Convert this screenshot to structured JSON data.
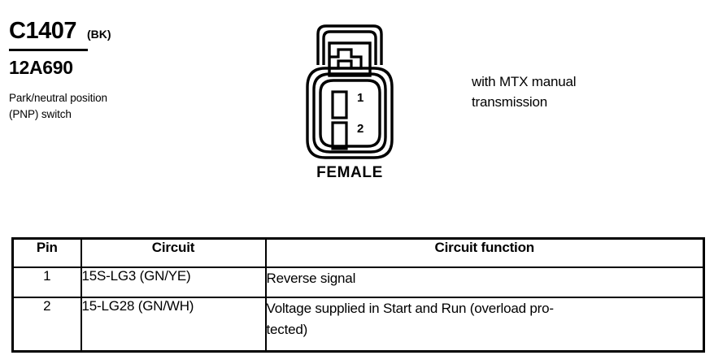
{
  "connector": {
    "id": "C1407",
    "color_code": "(BK)",
    "part_number": "12A690",
    "description_line1": "Park/neutral position",
    "description_line2": "(PNP) switch",
    "gender": "FEMALE",
    "pin_labels": [
      "1",
      "2"
    ]
  },
  "note": {
    "line1": "with MTX manual",
    "line2": "transmission"
  },
  "table": {
    "headers": [
      "Pin",
      "Circuit",
      "Circuit function"
    ],
    "rows": [
      {
        "pin": "1",
        "circuit": "15S-LG3 (GN/YE)",
        "function_line1": "Reverse signal",
        "function_line2": ""
      },
      {
        "pin": "2",
        "circuit": "15-LG28 (GN/WH)",
        "function_line1": "Voltage supplied in Start and Run (overload pro-",
        "function_line2": "tected)"
      }
    ]
  },
  "colors": {
    "ink": "#000000",
    "paper": "#ffffff"
  }
}
